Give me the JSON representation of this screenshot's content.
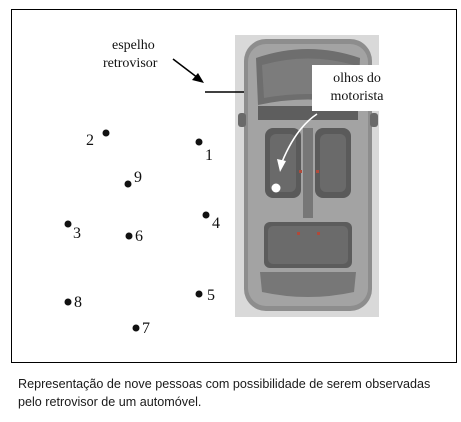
{
  "figure": {
    "mirror_label_line1": "espelho",
    "mirror_label_line2": "retrovisor",
    "eyes_label_line1": "olhos do",
    "eyes_label_line2": "motorista",
    "people": [
      {
        "id": "1",
        "label": "1"
      },
      {
        "id": "2",
        "label": "2"
      },
      {
        "id": "3",
        "label": "3"
      },
      {
        "id": "4",
        "label": "4"
      },
      {
        "id": "5",
        "label": "5"
      },
      {
        "id": "6",
        "label": "6"
      },
      {
        "id": "7",
        "label": "7"
      },
      {
        "id": "8",
        "label": "8"
      },
      {
        "id": "9",
        "label": "9"
      }
    ],
    "car_icon": "car-top-view-icon",
    "colors": {
      "dots": "#111111",
      "car_body": "#8a8a8a",
      "eye_dot": "#ffffff"
    }
  },
  "caption": {
    "text": "Representação de nove pessoas com possibilidade de serem observadas pelo retrovisor de um automóvel."
  }
}
